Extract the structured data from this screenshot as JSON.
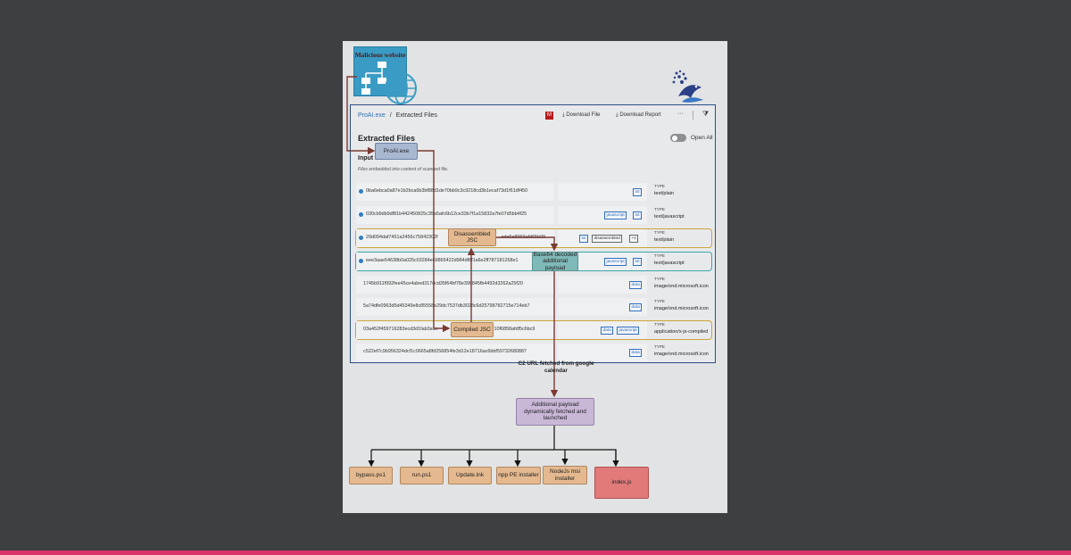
{
  "overlay": {
    "malicious_website_label": "Malicious website"
  },
  "header": {
    "breadcrumb_root": "ProAI.exe",
    "breadcrumb_sep": "/",
    "breadcrumb_current": "Extracted Files",
    "m_badge": "M",
    "download_file": "Download File",
    "download_report": "Download Report",
    "more": "···",
    "filter_icon": "⧩"
  },
  "section": {
    "title": "Extracted Files",
    "open_all": "Open All",
    "input_file": "Input File",
    "description": "Files embedded into content of scanned file."
  },
  "files": [
    {
      "hash": "0ba6ebca0a87e1b2bca6b3bf88d1de70bb9c3c9218cd3b1ecaf73d1f61df450",
      "tags": [
        "txt"
      ],
      "type_label": "TYPE",
      "type": "text/plain"
    },
    {
      "hash": "030cb9db9df81b442450825c35a5afc6b12ce33b7f1a15832a7fe07d5bb4f25",
      "tags": [
        "javascript",
        "txt"
      ],
      "type_label": "TYPE",
      "type": "text/javascript"
    },
    {
      "hash": "29d094daf7451a2456c75842302f",
      "hash_tail": "...ede6e8969afd65b09",
      "tags": [
        "txt",
        "disassembled",
        "+1"
      ],
      "type_label": "TYPE",
      "type": "text/plain"
    },
    {
      "hash": "eee3aae54638b0a025c03284e69865422d984df8f1a6e2ff787181258e1",
      "tags": [
        "javascript",
        "txt"
      ],
      "type_label": "TYPE",
      "type": "text/javascript"
    },
    {
      "hash": "1745b911f992fee45ce4abed317dcd35f64bf78e390845fb4492d3262a25f20",
      "tags": [
        "data"
      ],
      "type_label": "TYPE",
      "type": "image/vnd.microsoft.icon"
    },
    {
      "hash": "5a74dfe0963d5d45349e8c85558e29dc7537db3028c6d25798782715e714eb7",
      "tags": [
        "data"
      ],
      "type_label": "TYPE",
      "type": "image/vnd.microsoft.icon"
    },
    {
      "hash": "03a452f459716283ecd3d1fab3a1e",
      "hash_tail": "...10f6858afdf5c6bc9",
      "tags": [
        "data",
        "javascript"
      ],
      "type_label": "TYPE",
      "type": "application/x-js-compiled"
    },
    {
      "hash": "c522ef7c9b956324dcf1c0665a8fd256854fe3d12e18716ac6bbf59732680887",
      "tags": [
        "data"
      ],
      "type_label": "TYPE",
      "type": "image/vnd.microsoft.icon"
    }
  ],
  "flow": {
    "proai": "ProAI.exe",
    "disassembled": "Disassembled JSC",
    "base64": "Base64 decoded additional payload",
    "compiled": "Compiled JSC",
    "c2": "C2 URL fetched from google calendar",
    "additional": "Additional payload dynamically fetched and launched",
    "outputs": [
      "bypass.ps1",
      "run.ps1",
      "Update.lnk",
      "npp PE installer",
      "NodeJs msi installer",
      "index.js"
    ]
  }
}
